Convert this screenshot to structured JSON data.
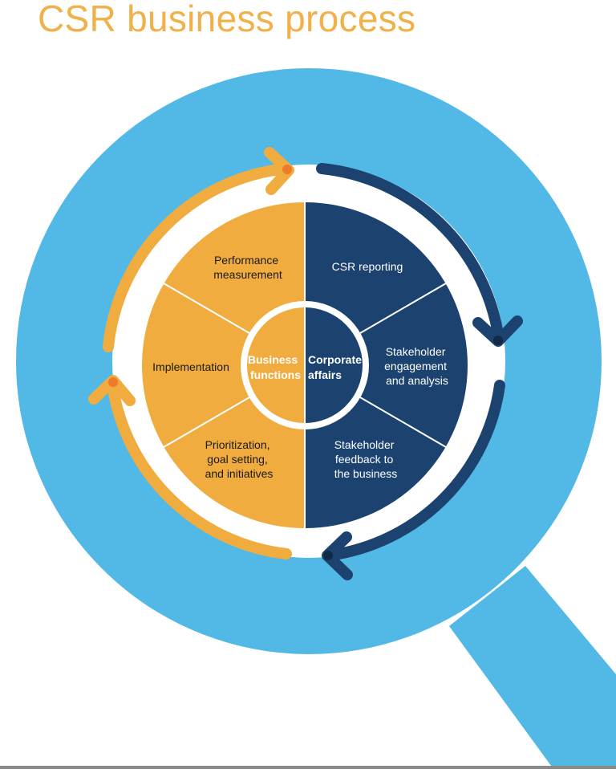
{
  "title": "CSR business process",
  "colors": {
    "title": "#f0b04a",
    "lens_ring": "#52b8e6",
    "orange": "#f0ac3f",
    "orange_arrow_head": "#ee7a2a",
    "navy": "#1c4370",
    "navy_arrow_head": "#102a48",
    "background": "#ffffff"
  },
  "center": {
    "left_label": [
      "Business",
      "functions"
    ],
    "right_label": [
      "Corporate",
      "affairs"
    ]
  },
  "segments": {
    "performance_measurement": [
      "Performance",
      "measurement"
    ],
    "implementation": [
      "Implementation"
    ],
    "prioritization": [
      "Prioritization,",
      "goal setting,",
      "and initiatives"
    ],
    "csr_reporting": [
      "CSR reporting"
    ],
    "stakeholder_engagement": [
      "Stakeholder",
      "engagement",
      "and analysis"
    ],
    "stakeholder_feedback": [
      "Stakeholder",
      "feedback to",
      "the business"
    ]
  },
  "icons": {
    "lens": "magnifying-glass-icon",
    "cycle_arrows": "circular-arrow-icon"
  }
}
